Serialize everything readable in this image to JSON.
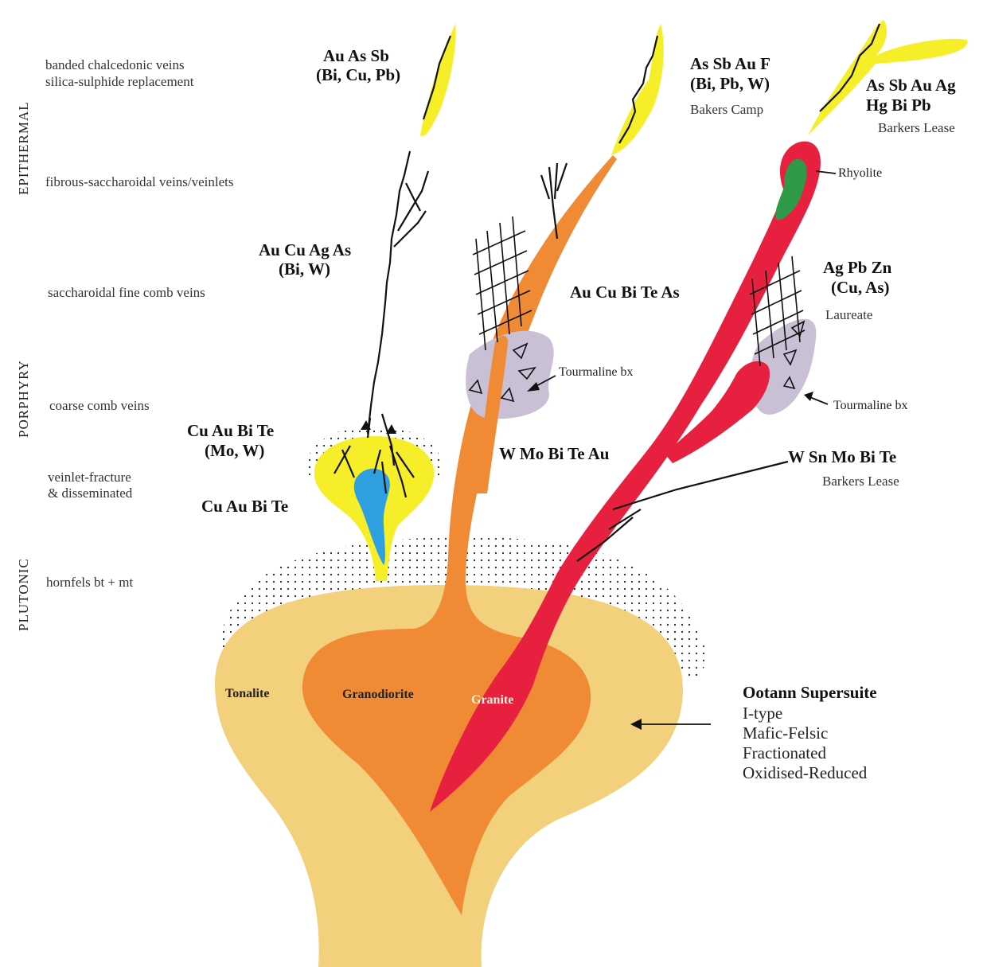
{
  "zones": {
    "epithermal": "EPITHERMAL",
    "porphyry": "PORPHYRY",
    "plutonic": "PLUTONIC"
  },
  "vein_styles": [
    "banded chalcedonic veins",
    "silica-sulphide replacement",
    "fibrous-saccharoidal veins/veinlets",
    "saccharoidal fine comb veins",
    "coarse comb veins",
    "veinlet-fracture",
    "& disseminated",
    "hornfels bt + mt"
  ],
  "assemblages": {
    "a1_line1": "Au As Sb",
    "a1_line2": "(Bi, Cu, Pb)",
    "a2_line1": "As Sb Au F",
    "a2_line2": "(Bi, Pb, W)",
    "a2_loc": "Bakers Camp",
    "a3_line1": "As Sb Au Ag",
    "a3_line2": "Hg Bi Pb",
    "a3_loc": "Barkers Lease",
    "a4_line1": "Au Cu Ag As",
    "a4_line2": "(Bi, W)",
    "a5": "Au Cu Bi Te As",
    "a6_line1": "Ag Pb Zn",
    "a6_line2": "(Cu, As)",
    "a6_loc": "Laureate",
    "a7_line1": "Cu Au Bi Te",
    "a7_line2": "(Mo, W)",
    "a8": "Cu Au Bi Te",
    "a9": "W Mo Bi Te Au",
    "a10": "W Sn Mo Bi Te",
    "a10_loc": "Barkers Lease"
  },
  "features": {
    "rhyolite": "Rhyolite",
    "tourmaline1": "Tourmaline bx",
    "tourmaline2": "Tourmaline bx"
  },
  "rocks": {
    "tonalite": "Tonalite",
    "granodiorite": "Granodiorite",
    "granite": "Granite"
  },
  "suite": {
    "title": "Ootann Supersuite",
    "lines": [
      "I-type",
      "Mafic-Felsic",
      "Fractionated",
      "Oxidised-Reduced"
    ]
  },
  "colors": {
    "tonalite": "#f2d07c",
    "granodiorite": "#f08a35",
    "granite": "#e8203f",
    "vein_yellow": "#f7ee2a",
    "rhyolite_core": "#2e9a48",
    "porphyry_core": "#2e9fe0",
    "breccia": "#c9c0d6"
  }
}
